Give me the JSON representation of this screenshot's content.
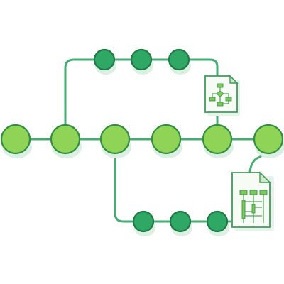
{
  "colors": {
    "track": "#46ad72",
    "main_node_fill": "#8fd457",
    "main_node_stroke": "#2f8f3f",
    "branch_node_fill": "#2fa866",
    "branch_node_stroke": "#1f7a45",
    "document_fill": "#f6fbf5",
    "document_accent": "#7ec95a"
  },
  "main_line": {
    "node_count": 6
  },
  "upper_branch": {
    "node_count": 3,
    "document_icon": "flowchart-document-icon"
  },
  "lower_branch": {
    "node_count": 3,
    "document_icon": "sequence-diagram-document-icon"
  }
}
